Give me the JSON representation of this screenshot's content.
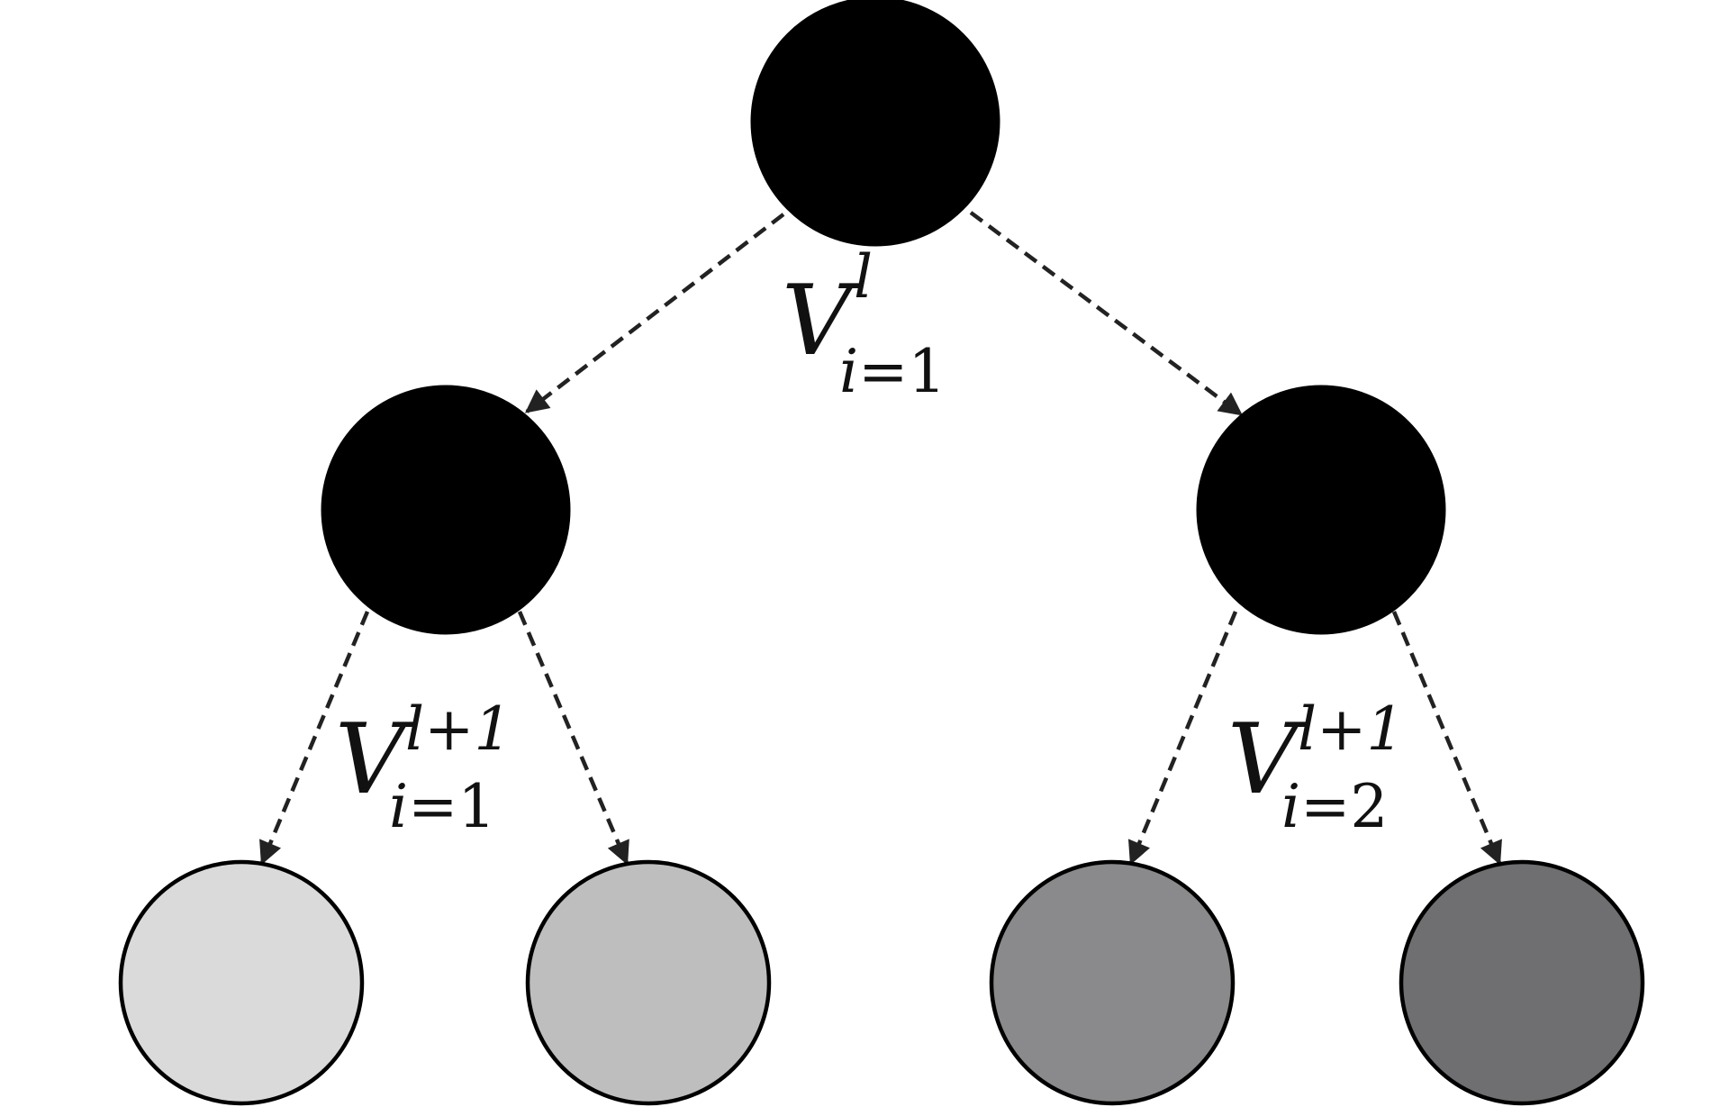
{
  "nodes": [
    {
      "id": "root",
      "fill": "#000000",
      "stroke": "#000000"
    },
    {
      "id": "mid-left",
      "fill": "#000000",
      "stroke": "#000000"
    },
    {
      "id": "mid-right",
      "fill": "#000000",
      "stroke": "#000000"
    },
    {
      "id": "leaf-1",
      "fill": "#dbdadb",
      "stroke": "#000000"
    },
    {
      "id": "leaf-2",
      "fill": "#bfbebf",
      "stroke": "#000000"
    },
    {
      "id": "leaf-3",
      "fill": "#8a8a8c",
      "stroke": "#000000"
    },
    {
      "id": "leaf-4",
      "fill": "#6f6f71",
      "stroke": "#000000"
    }
  ],
  "edges": [
    {
      "from": "root",
      "to": "mid-left",
      "style": "dashed-arrow"
    },
    {
      "from": "root",
      "to": "mid-right",
      "style": "dashed-arrow"
    },
    {
      "from": "mid-left",
      "to": "leaf-1",
      "style": "dashed-arrow"
    },
    {
      "from": "mid-left",
      "to": "leaf-2",
      "style": "dashed-arrow"
    },
    {
      "from": "mid-right",
      "to": "leaf-3",
      "style": "dashed-arrow"
    },
    {
      "from": "mid-right",
      "to": "leaf-4",
      "style": "dashed-arrow"
    }
  ],
  "labels": {
    "root": {
      "base": "V",
      "superscript": "l",
      "subscript_var": "i",
      "subscript_rest": "=1"
    },
    "level2_left": {
      "base": "V",
      "superscript": "l+1",
      "subscript_var": "i",
      "subscript_rest": "=1"
    },
    "level2_right": {
      "base": "V",
      "superscript": "l+1",
      "subscript_var": "i",
      "subscript_rest": "=2"
    }
  }
}
